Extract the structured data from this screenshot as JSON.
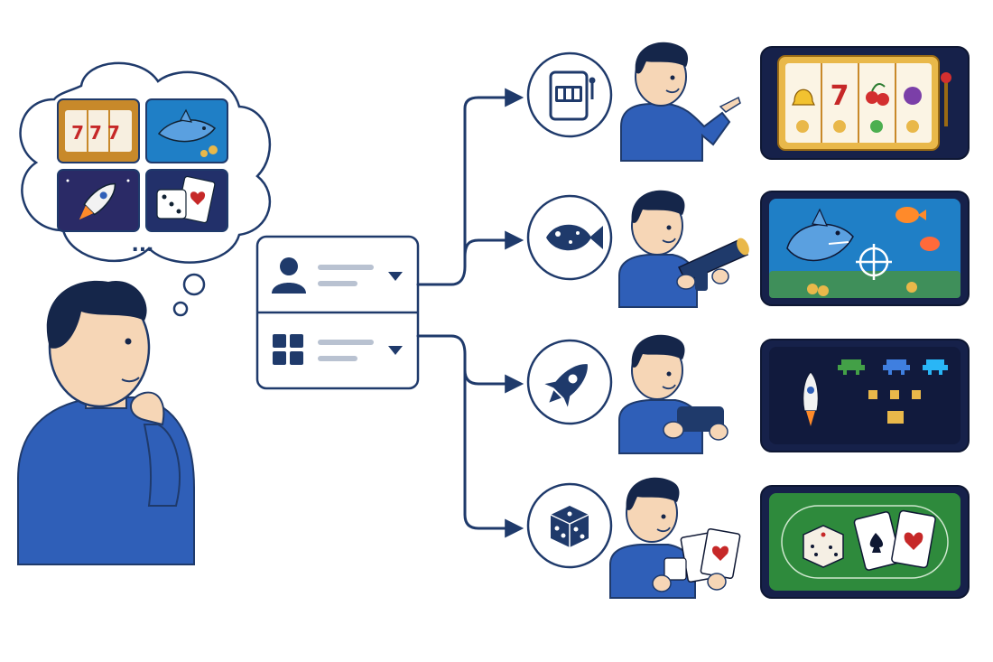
{
  "colors": {
    "navy": "#1f3a6b",
    "blue": "#2f5fb8",
    "skin": "#f6d6b6",
    "hair": "#15264a",
    "gold": "#e9b84a",
    "ocean": "#1f7fc6",
    "space": "#16214a",
    "felt": "#2e8a3c"
  },
  "thought_bubble": {
    "tiles": [
      {
        "name": "slot-machine-tile",
        "icon": "slot-777-icon",
        "text": "777"
      },
      {
        "name": "fishing-tile",
        "icon": "shark-icon"
      },
      {
        "name": "rocket-tile",
        "icon": "rocket-icon"
      },
      {
        "name": "dice-cards-tile",
        "icon": "dice-cards-icon"
      }
    ],
    "more": "..."
  },
  "selector": {
    "rows": [
      {
        "icon": "user-icon",
        "control": "chevron-down-icon"
      },
      {
        "icon": "grid-icon",
        "control": "chevron-down-icon"
      }
    ]
  },
  "branches": [
    {
      "category": "slots",
      "icon": "slot-machine-icon",
      "screen": "slot-reels-screen",
      "reels": [
        "bell",
        "7",
        "cherry",
        "plum"
      ]
    },
    {
      "category": "fishing",
      "icon": "fish-icon",
      "screen": "underwater-screen"
    },
    {
      "category": "arcade",
      "icon": "rocket-icon",
      "screen": "space-invaders-screen"
    },
    {
      "category": "table",
      "icon": "dice-icon",
      "screen": "card-table-screen"
    }
  ]
}
